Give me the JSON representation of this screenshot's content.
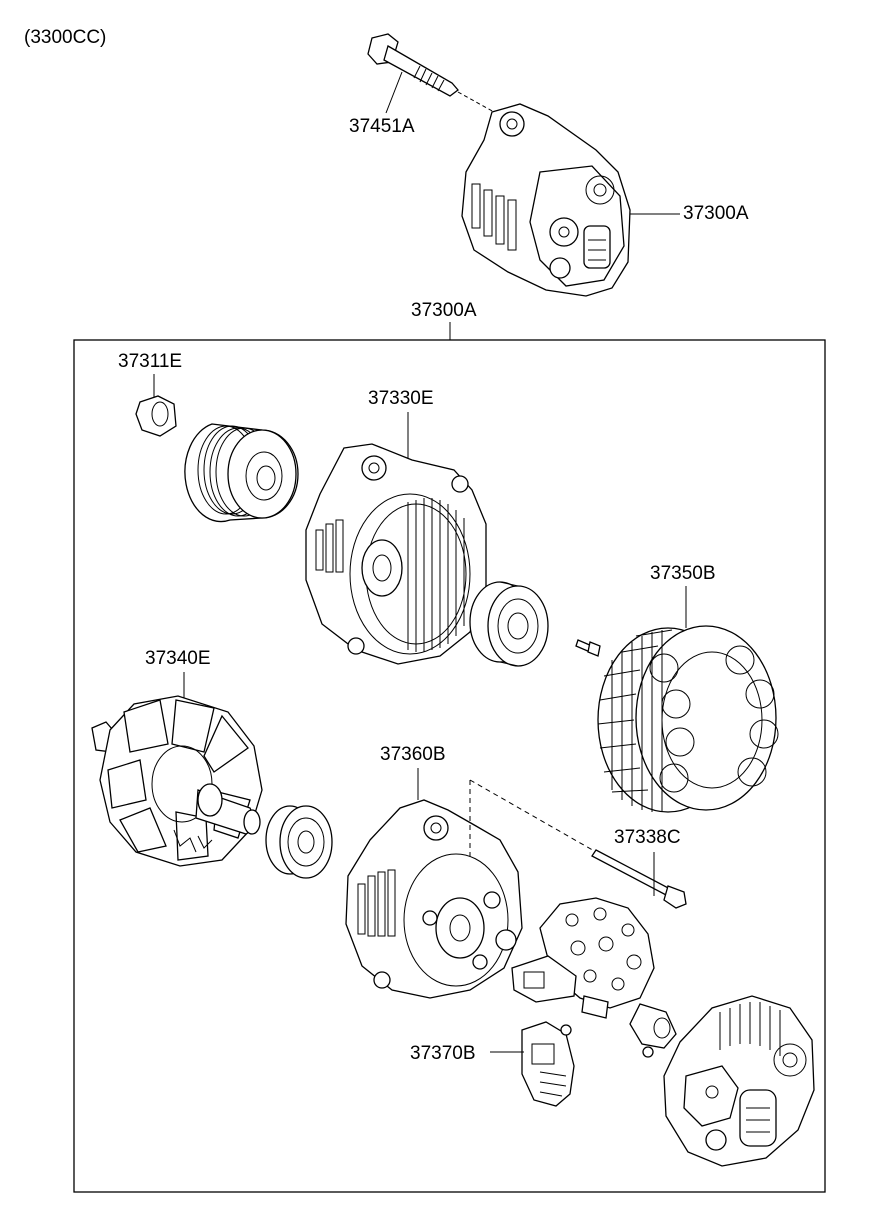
{
  "engine_label": "(3300CC)",
  "callouts": {
    "bolt_mount": "37451A",
    "alternator_assy": "37300A",
    "kit_box": "37300A",
    "pulley_nut": "37311E",
    "front_bracket": "37330E",
    "stator": "37350B",
    "rotor": "37340E",
    "rear_bracket": "37360B",
    "through_bolt": "37338C",
    "regulator": "37370B"
  }
}
